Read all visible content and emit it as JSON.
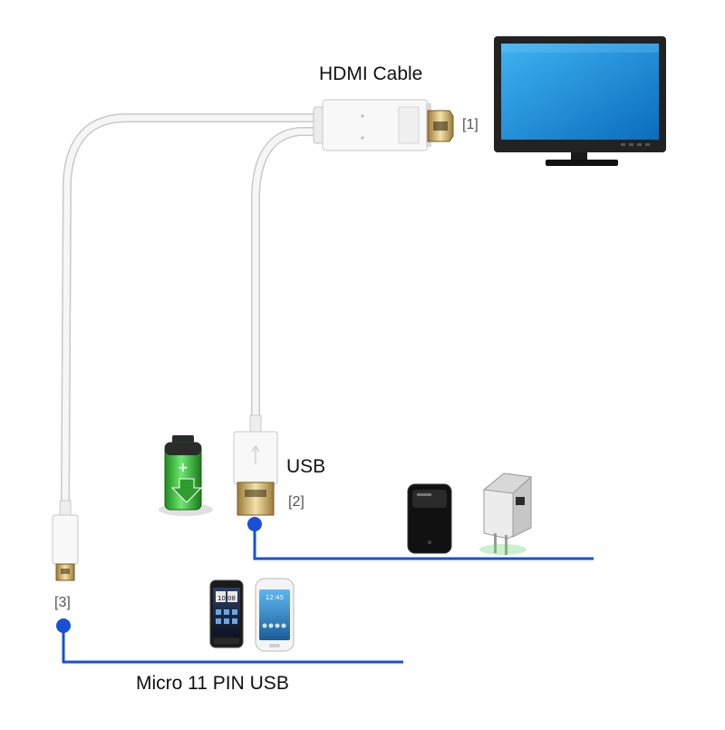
{
  "labels": {
    "hdmi_cable": "HDMI Cable",
    "usb": "USB",
    "micro_usb": "Micro 11 PIN USB",
    "tag_1": "[1]",
    "tag_2": "[2]",
    "tag_3": "[3]"
  },
  "phones": {
    "left_clock": "10 08",
    "right_clock": "12:45"
  },
  "colors": {
    "connector_line": "#1a4fd8",
    "cable": "#f4f4f4",
    "monitor_screen": "#1e8fd8",
    "battery_green": "#3cc23c"
  },
  "icons": [
    "monitor-icon",
    "battery-charging-icon",
    "power-bank-icon",
    "wall-charger-icon",
    "smartphone-icon"
  ]
}
